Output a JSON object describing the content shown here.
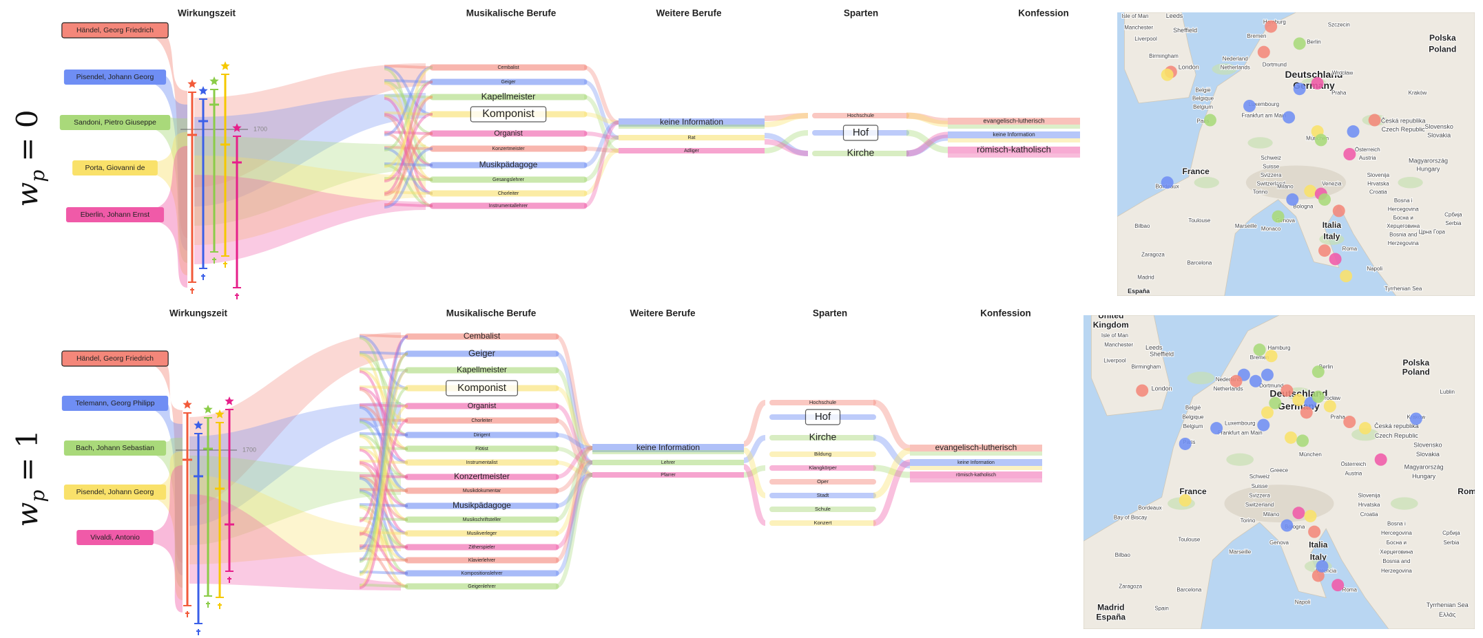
{
  "colors": {
    "red": "#f4877a",
    "blue": "#6f8ef4",
    "green": "#a9d97a",
    "yellow": "#f9e16a",
    "pink": "#f05aa8",
    "star_red": "#f25a3a",
    "star_blue": "#3a5fe8",
    "star_green": "#8bcc48",
    "star_yellow": "#f5c800",
    "star_pink": "#e61f8a",
    "map_water": "#b9d6f2",
    "map_land": "#eeeae2"
  },
  "panels": [
    {
      "axis_label": "w",
      "axis_sub": "p",
      "axis_eq": "= 0",
      "headers": [
        "Wirkungszeit",
        "Musikalische Berufe",
        "Weitere Berufe",
        "Sparten",
        "Konfession"
      ],
      "persons": [
        "Händel, Georg Friedrich",
        "Pisendel, Johann Georg",
        "Sandoni, Pietro Giuseppe",
        "Porta, Giovanni de",
        "Eberlin, Johann Ernst"
      ],
      "year_label": "1700",
      "musik_berufe": [
        "Cembalist",
        "Geiger",
        "Kapellmeister",
        "Komponist",
        "Organist",
        "Konzertmeister",
        "Musikpädagoge",
        "Gesangslehrer",
        "Chorleiter",
        "Instrumentallehrer"
      ],
      "weitere_berufe": [
        "keine Information",
        "Rat",
        "Adliger"
      ],
      "sparten": [
        "Hochschule",
        "Hof",
        "Kirche"
      ],
      "konfession": [
        "evangelisch-lutherisch",
        "keine Information",
        "römisch-katholisch"
      ],
      "map_labels": [
        "Isle of Man",
        "Leeds",
        "Manchester",
        "Sheffield",
        "Liverpool",
        "Birmingham",
        "London",
        "Hamburg",
        "Szczecin",
        "Bremen",
        "Berlin",
        "Polska",
        "Poland",
        "Nederland",
        "Netherlands",
        "Dortmund",
        "Deutschland",
        "Germany",
        "Wrocław",
        "België",
        "Belgique",
        "Belgium",
        "Praha",
        "Kraków",
        "Luxembourg",
        "Frankfurt am Main",
        "Česká republika",
        "Czech Republic",
        "Paris",
        "Slovensko",
        "Slovakia",
        "München",
        "Österreich",
        "Austria",
        "Magyarország",
        "Hungary",
        "France",
        "Schweiz",
        "Suisse",
        "Svizzera",
        "Switzerland",
        "Slovenija",
        "Hrvatska",
        "Croatia",
        "Milano",
        "Venezia",
        "Bosna i",
        "Hercegovina",
        "Босна и",
        "Херцеговина",
        "Bosnia and",
        "Herzegovina",
        "Црна Гора",
        "Србија",
        "Serbia",
        "Torino",
        "Bologna",
        "Genova",
        "Monaco",
        "Italia",
        "Italy",
        "Marseille",
        "Bordeaux",
        "Toulouse",
        "Bilbao",
        "Zaragoza",
        "Barcelona",
        "Madrid",
        "Roma",
        "Napoli",
        "Tyrrhenian Sea",
        "España"
      ]
    },
    {
      "axis_label": "w",
      "axis_sub": "p",
      "axis_eq": "= 1",
      "headers": [
        "Wirkungszeit",
        "Musikalische Berufe",
        "Weitere Berufe",
        "Sparten",
        "Konfession"
      ],
      "persons": [
        "Händel, Georg Friedrich",
        "Telemann, Georg Philipp",
        "Bach, Johann Sebastian",
        "Pisendel, Johann Georg",
        "Vivaldi, Antonio"
      ],
      "year_label": "1700",
      "musik_berufe": [
        "Cembalist",
        "Geiger",
        "Kapellmeister",
        "Komponist",
        "Organist",
        "Chorleiter",
        "Dirigent",
        "Flötist",
        "Instrumentalist",
        "Konzertmeister",
        "Musikdokumentar",
        "Musikpädagoge",
        "Musikschriftsteller",
        "Musikverleger",
        "Zitherspieler",
        "Klavierlehrer",
        "Kompositionslehrer",
        "Geigenlehrer"
      ],
      "weitere_berufe": [
        "keine Information",
        "Lehrer",
        "Pfarrer"
      ],
      "sparten": [
        "Hochschule",
        "Hof",
        "Kirche",
        "Bildung",
        "Klangkörper",
        "Oper",
        "Stadt",
        "Schule",
        "Konzert"
      ],
      "konfession": [
        "evangelisch-lutherisch",
        "keine Information",
        "römisch-katholisch"
      ],
      "map_labels": [
        "United",
        "Kingdom",
        "Isle of Man",
        "Leeds",
        "Manchester",
        "Sheffield",
        "Liverpool",
        "Birmingham",
        "London",
        "Hamburg",
        "Bremen",
        "Berlin",
        "Polska",
        "Poland",
        "Nederland",
        "Netherlands",
        "Dortmund",
        "Deutschland",
        "Germany",
        "Wrocław",
        "België",
        "Belgique",
        "Belgium",
        "Praha",
        "Kraków",
        "Lublin",
        "Luxembourg",
        "Frankfurt am Main",
        "Česká republika",
        "Czech Republic",
        "Paris",
        "Slovensko",
        "Slovakia",
        "München",
        "Österreich",
        "Austria",
        "Magyarország",
        "Hungary",
        "France",
        "Bay of Biscay",
        "Schweiz",
        "Suisse",
        "Svizzera",
        "Switzerland",
        "Slovenija",
        "Hrvatska",
        "Croatia",
        "Milano",
        "Bosna i",
        "Hercegovina",
        "Босна и",
        "Херцеговина",
        "Bosnia and",
        "Herzegovina",
        "Србија",
        "Serbia",
        "Rom",
        "Torino",
        "Bologna",
        "Genova",
        "Italia",
        "Italy",
        "Marseille",
        "Bordeaux",
        "Toulouse",
        "Bilbao",
        "Zaragoza",
        "Barcelona",
        "Madrid",
        "España",
        "Spain",
        "Valencia",
        "Roma",
        "Napoli",
        "Tyrrhenian Sea",
        "Ελλάς",
        "Greece"
      ]
    }
  ]
}
